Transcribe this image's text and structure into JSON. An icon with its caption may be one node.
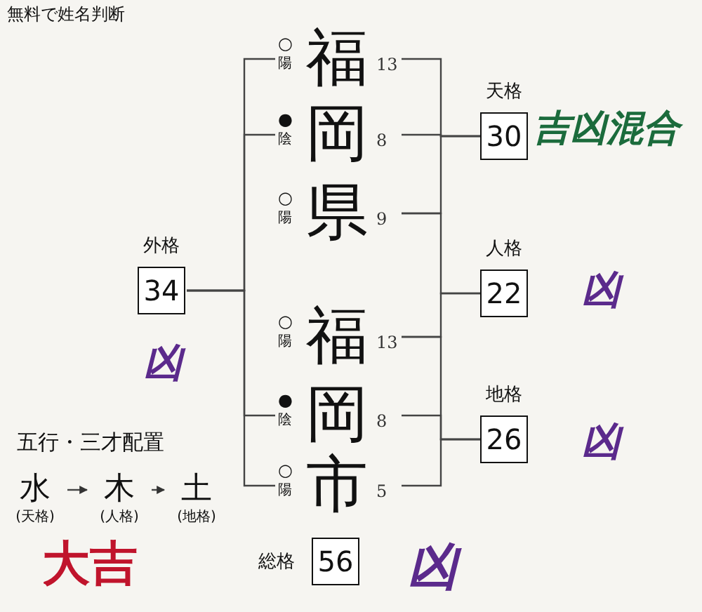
{
  "diagram": {
    "title": "無料で姓名判断",
    "nodes": [
      {
        "text": [
          "福"
        ],
        "beside": [
          "○",
          "陽",
          "13"
        ]
      },
      {
        "text": [
          "岡"
        ],
        "beside": [
          "●",
          "陰",
          "8"
        ]
      },
      {
        "text": [
          "県"
        ],
        "beside": [
          "○",
          "陽",
          "9"
        ]
      },
      {
        "text": [
          "福"
        ],
        "beside": [
          "○",
          "陽",
          "13"
        ]
      },
      {
        "text": [
          "岡"
        ],
        "beside": [
          "●",
          "陰",
          "8"
        ]
      },
      {
        "text": [
          "市"
        ],
        "beside": [
          "○",
          "陽",
          "5"
        ]
      },
      {
        "text": [
          "天格",
          "30"
        ],
        "beside": [
          "吉凶混合"
        ]
      },
      {
        "text": [
          "人格",
          "22"
        ],
        "beside": [
          "凶"
        ]
      },
      {
        "text": [
          "地格",
          "26"
        ],
        "beside": [
          "凶"
        ]
      },
      {
        "text": [
          "外格",
          "34"
        ],
        "beside": [
          "凶"
        ]
      },
      {
        "text": [
          "総格",
          "56"
        ],
        "beside": [
          "凶"
        ]
      },
      {
        "text": [
          "水"
        ],
        "beside": [
          "(天格)"
        ]
      },
      {
        "text": [
          "木"
        ],
        "beside": [
          "(人格)"
        ]
      },
      {
        "text": [
          "土"
        ],
        "beside": [
          "(地格)"
        ]
      }
    ],
    "edges": [
      {
        "from": 0,
        "to": 6,
        "arrow": "none"
      },
      {
        "from": 1,
        "to": 6,
        "arrow": "none"
      },
      {
        "from": 2,
        "to": 6,
        "arrow": "none"
      },
      {
        "from": 2,
        "to": 7,
        "arrow": "none"
      },
      {
        "from": 3,
        "to": 7,
        "arrow": "none"
      },
      {
        "from": 3,
        "to": 8,
        "arrow": "none"
      },
      {
        "from": 4,
        "to": 8,
        "arrow": "none"
      },
      {
        "from": 5,
        "to": 8,
        "arrow": "none"
      },
      {
        "from": 0,
        "to": 9,
        "arrow": "none"
      },
      {
        "from": 1,
        "to": 9,
        "arrow": "none"
      },
      {
        "from": 4,
        "to": 9,
        "arrow": "none"
      },
      {
        "from": 5,
        "to": 9,
        "arrow": "none"
      },
      {
        "from": 11,
        "to": 12,
        "arrow": "to"
      },
      {
        "from": 12,
        "to": 13,
        "arrow": "to"
      }
    ],
    "labels": [
      "五行・三才配置",
      "大吉"
    ]
  }
}
